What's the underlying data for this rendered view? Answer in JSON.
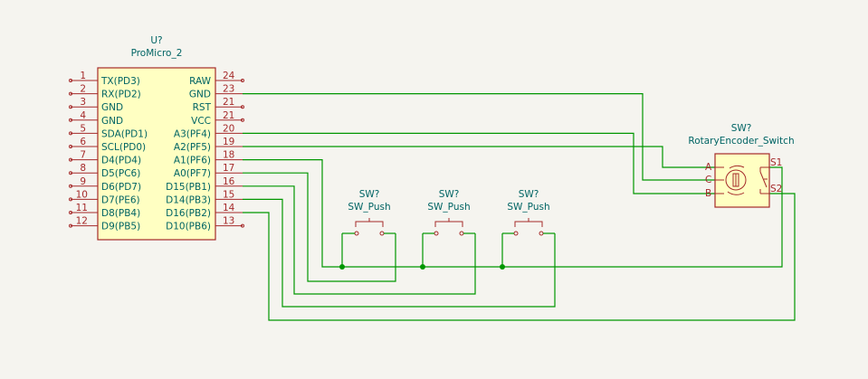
{
  "promicro": {
    "ref": "U?",
    "value": "ProMicro_2",
    "left_pins": [
      {
        "num": "1",
        "label": "TX(PD3)"
      },
      {
        "num": "2",
        "label": "RX(PD2)"
      },
      {
        "num": "3",
        "label": "GND"
      },
      {
        "num": "4",
        "label": "GND"
      },
      {
        "num": "5",
        "label": "SDA(PD1)"
      },
      {
        "num": "6",
        "label": "SCL(PD0)"
      },
      {
        "num": "7",
        "label": "D4(PD4)"
      },
      {
        "num": "8",
        "label": "D5(PC6)"
      },
      {
        "num": "9",
        "label": "D6(PD7)"
      },
      {
        "num": "10",
        "label": "D7(PE6)"
      },
      {
        "num": "11",
        "label": "D8(PB4)"
      },
      {
        "num": "12",
        "label": "D9(PB5)"
      }
    ],
    "right_pins": [
      {
        "num": "24",
        "label": "RAW"
      },
      {
        "num": "23",
        "label": "GND"
      },
      {
        "num": "21",
        "label": "RST"
      },
      {
        "num": "21",
        "label": "VCC"
      },
      {
        "num": "20",
        "label": "A3(PF4)"
      },
      {
        "num": "19",
        "label": "A2(PF5)"
      },
      {
        "num": "18",
        "label": "A1(PF6)"
      },
      {
        "num": "17",
        "label": "A0(PF7)"
      },
      {
        "num": "16",
        "label": "D15(PB1)"
      },
      {
        "num": "15",
        "label": "D14(PB3)"
      },
      {
        "num": "14",
        "label": "D16(PB2)"
      },
      {
        "num": "13",
        "label": "D10(PB6)"
      }
    ]
  },
  "switches": [
    {
      "ref": "SW?",
      "value": "SW_Push"
    },
    {
      "ref": "SW?",
      "value": "SW_Push"
    },
    {
      "ref": "SW?",
      "value": "SW_Push"
    }
  ],
  "encoder": {
    "ref": "SW?",
    "value": "RotaryEncoder_Switch",
    "pins": {
      "a": "A",
      "c": "C",
      "b": "B",
      "s1": "S1",
      "s2": "S2"
    }
  },
  "colors": {
    "background": "#f5f4ef",
    "wire": "#009600",
    "symbol": "#a52a2a",
    "label": "#006464",
    "symbol_fill": "#ffffc2"
  }
}
